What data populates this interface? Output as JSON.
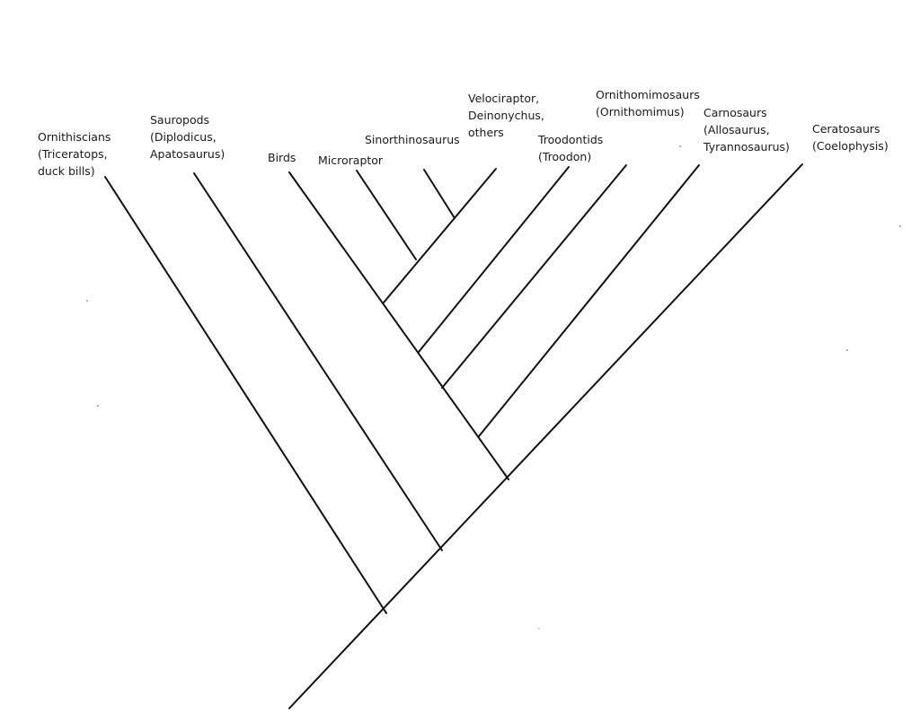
{
  "taxa": {
    "ornithiscians": [
      "Ornithiscians",
      "(Triceratops,",
      "duck bills)"
    ],
    "sauropods": [
      "Sauropods",
      "(Diplodicus,",
      "Apatosaurus)"
    ],
    "birds": [
      "Birds"
    ],
    "microraptor": [
      "Microraptor"
    ],
    "sinornithosaurus": [
      "Sinorthinosaurus"
    ],
    "velociraptor": [
      "Velociraptor,",
      "Deinonychus,",
      "others"
    ],
    "troodontids": [
      "Troodontids",
      "(Troodon)"
    ],
    "ornithomimosaurs": [
      "Ornithomimosaurs",
      "(Ornithomimus)"
    ],
    "carnosaurs": [
      "Carnosaurs",
      "(Allosaurus,",
      "Tyrannosaurus)"
    ],
    "ceratosaurs": [
      "Ceratosaurs",
      "(Coelophysis)"
    ]
  },
  "colors": {
    "line": "#111111",
    "text": "#1a1a1a",
    "paper": "#fefefe"
  }
}
